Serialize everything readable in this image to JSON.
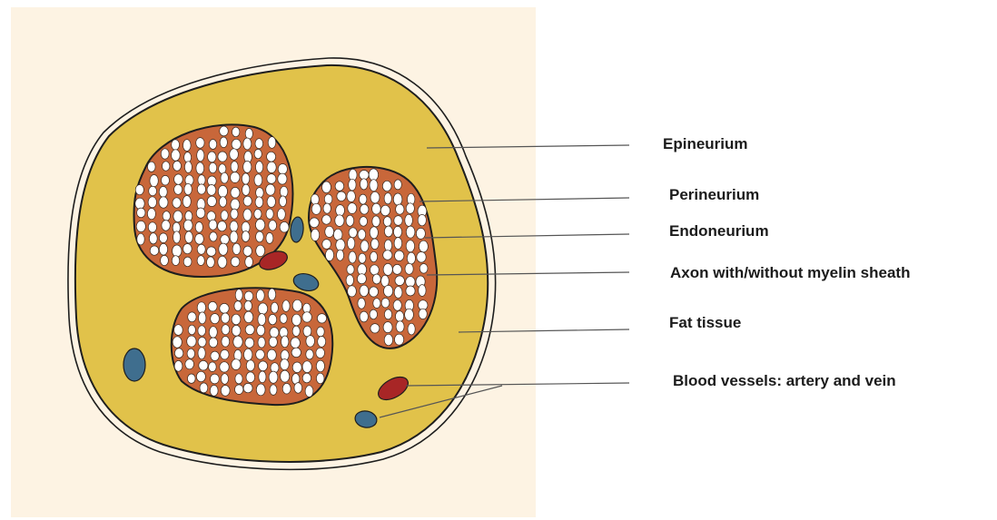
{
  "labels": {
    "epineurium": "Epineurium",
    "perineurium": "Perineurium",
    "endoneurium": "Endoneurium",
    "axon": "Axon with/without myelin sheath",
    "fat": "Fat tissue",
    "vessels": "Blood vessels: artery and vein"
  },
  "colors": {
    "background_panel": "#fdf3e3",
    "fat_tissue": "#e1c24a",
    "fascicle": "#c8673a",
    "axon": "#ffffff",
    "artery": "#a82626",
    "vein": "#3f6e8e",
    "outline": "#1e1e1e",
    "leader_line": "#555555"
  }
}
